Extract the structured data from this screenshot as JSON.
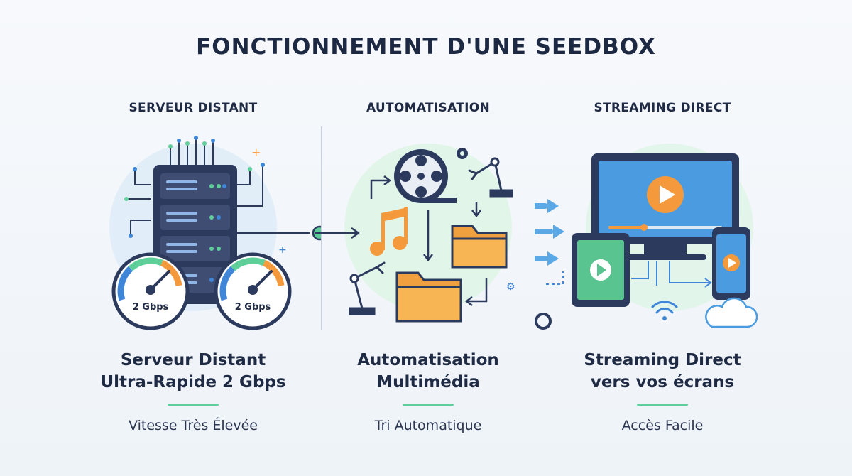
{
  "title": "FONCTIONNEMENT D'UNE SEEDBOX",
  "columns": [
    {
      "heading": "SERVEUR DISTANT",
      "title_line1": "Serveur Distant",
      "title_line2": "Ultra-Rapide 2 Gbps",
      "tagline": "Vitesse Très Élevée",
      "gauge_label": "2 Gbps"
    },
    {
      "heading": "AUTOMATISATION",
      "title_line1": "Automatisation",
      "title_line2": "Multimédia",
      "tagline": "Tri Automatique"
    },
    {
      "heading": "STREAMING DIRECT",
      "title_line1": "Streaming Direct",
      "title_line2": "vers vos écrans",
      "tagline": "Accès Facile"
    }
  ],
  "colors": {
    "navy": "#2c3a5e",
    "green": "#5fcf9a",
    "blue": "#3f86d8",
    "orange": "#f59a3c",
    "light_blue_bg": "#dcebf7",
    "light_green_bg": "#dff5e7"
  },
  "icons": [
    "server-icon",
    "speed-gauge-icon",
    "film-reel-icon",
    "music-note-icon",
    "folder-icon",
    "robot-arm-icon",
    "gear-icon",
    "monitor-icon",
    "tablet-icon",
    "phone-icon",
    "play-icon",
    "wifi-icon",
    "cloud-icon",
    "arrow-icon"
  ]
}
